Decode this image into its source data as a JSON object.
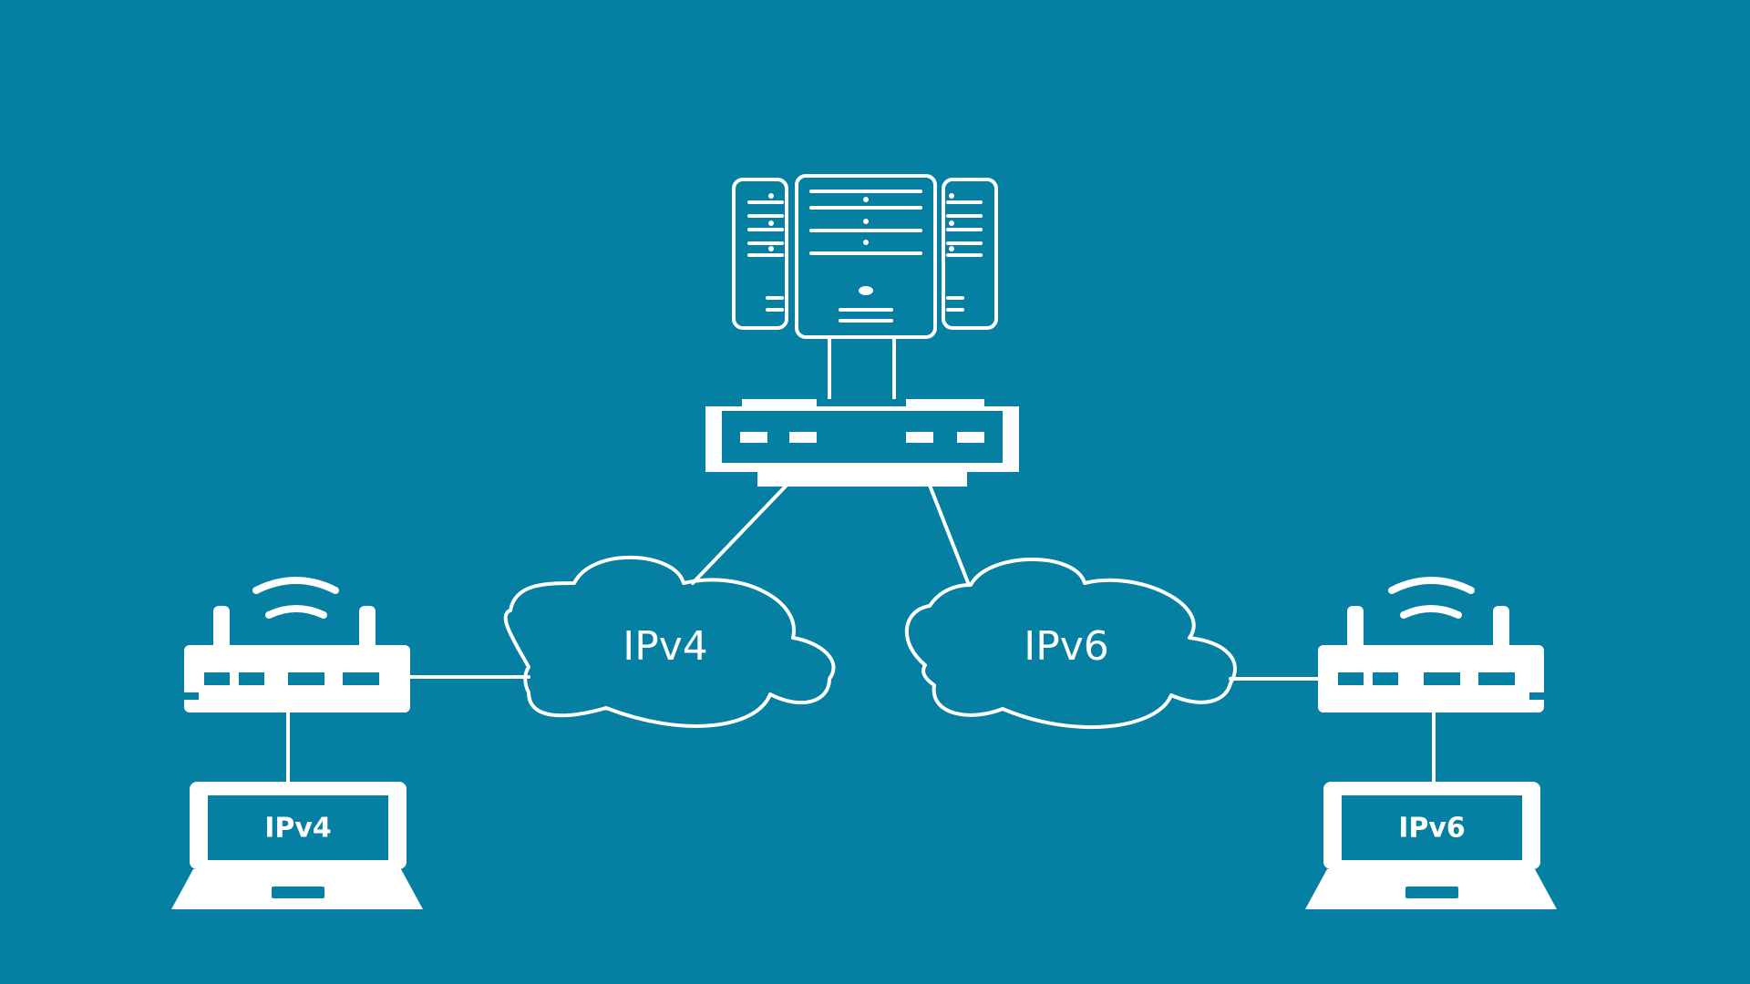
{
  "colors": {
    "background": "#057fa2",
    "foreground": "#ffffff"
  },
  "diagram": {
    "nodes": {
      "server_rack": {
        "icon": "server-rack-icon"
      },
      "core_switch": {
        "icon": "network-switch-icon"
      },
      "cloud_left": {
        "icon": "cloud-icon",
        "label": "IPv4"
      },
      "cloud_right": {
        "icon": "cloud-icon",
        "label": "IPv6"
      },
      "router_left": {
        "icon": "wifi-router-icon"
      },
      "router_right": {
        "icon": "wifi-router-icon"
      },
      "laptop_left": {
        "icon": "laptop-icon",
        "screen_label": "IPv4"
      },
      "laptop_right": {
        "icon": "laptop-icon",
        "screen_label": "IPv6"
      }
    },
    "edges": [
      {
        "from": "server_rack",
        "to": "core_switch"
      },
      {
        "from": "core_switch",
        "to": "cloud_left"
      },
      {
        "from": "core_switch",
        "to": "cloud_right"
      },
      {
        "from": "cloud_left",
        "to": "router_left"
      },
      {
        "from": "cloud_right",
        "to": "router_right"
      },
      {
        "from": "router_left",
        "to": "laptop_left"
      },
      {
        "from": "router_right",
        "to": "laptop_right"
      }
    ]
  }
}
